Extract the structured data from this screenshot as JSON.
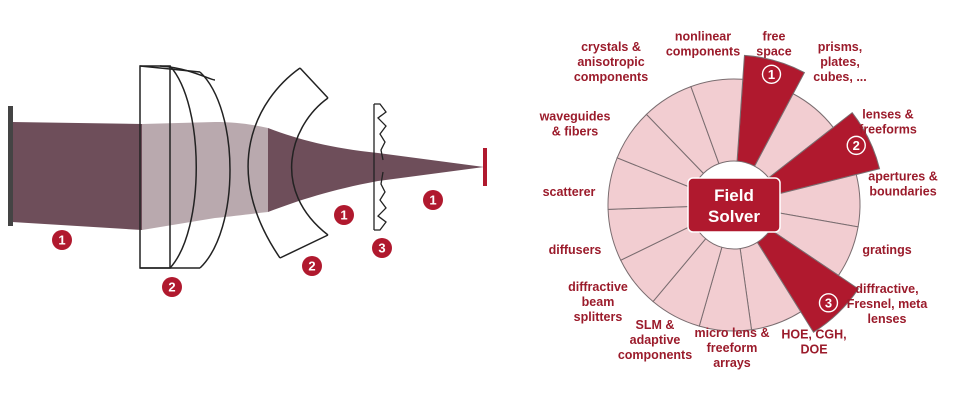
{
  "colors": {
    "beam": "#6e4e5a",
    "beam_light": "#b9a9ae",
    "accent": "#b0192e",
    "segment_light": "#f2cdd1",
    "segment_stroke": "#7a6d70",
    "label": "#9b1b2b",
    "solver_fill": "#b0192e"
  },
  "optics": {
    "markers": [
      "1",
      "2",
      "2",
      "1",
      "3",
      "1"
    ]
  },
  "wheel": {
    "center_label_line1": "Field",
    "center_label_line2": "Solver",
    "segments": [
      {
        "lines": [
          "free",
          "space"
        ],
        "highlight": true,
        "badge": "1"
      },
      {
        "lines": [
          "prisms,",
          "plates,",
          "cubes, ..."
        ],
        "highlight": false
      },
      {
        "lines": [
          "lenses &",
          "freeforms"
        ],
        "highlight": true,
        "badge": "2"
      },
      {
        "lines": [
          "apertures &",
          "boundaries"
        ],
        "highlight": false
      },
      {
        "lines": [
          "gratings"
        ],
        "highlight": false
      },
      {
        "lines": [
          "diffractive,",
          "Fresnel, meta",
          "lenses"
        ],
        "highlight": true,
        "badge": "3"
      },
      {
        "lines": [
          "HOE, CGH,",
          "DOE"
        ],
        "highlight": false
      },
      {
        "lines": [
          "micro lens &",
          "freeform",
          "arrays"
        ],
        "highlight": false
      },
      {
        "lines": [
          "SLM &",
          "adaptive",
          "components"
        ],
        "highlight": false
      },
      {
        "lines": [
          "diffractive",
          "beam",
          "splitters"
        ],
        "highlight": false
      },
      {
        "lines": [
          "diffusers"
        ],
        "highlight": false
      },
      {
        "lines": [
          "scatterer"
        ],
        "highlight": false
      },
      {
        "lines": [
          "waveguides",
          "& fibers"
        ],
        "highlight": false
      },
      {
        "lines": [
          "crystals &",
          "anisotropic",
          "components"
        ],
        "highlight": false
      },
      {
        "lines": [
          "nonlinear",
          "components"
        ],
        "highlight": false
      }
    ]
  }
}
